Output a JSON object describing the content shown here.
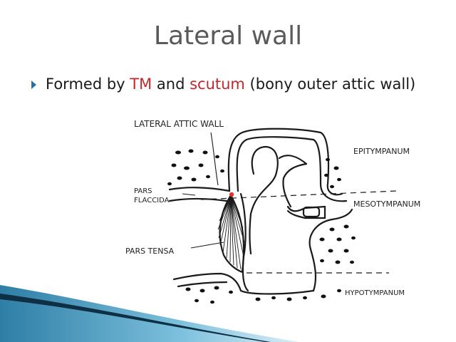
{
  "slide": {
    "title": "Lateral wall",
    "bullet": {
      "part1": "Formed by ",
      "tm": "TM",
      "part2": " and ",
      "scutum": "scutum",
      "part3": " (bony outer attic wall)"
    }
  },
  "diagram": {
    "labels": {
      "lateral_attic_wall": "LATERAL ATTIC WALL",
      "epitympanum": "EPITYMPANUM",
      "pars": "PARS",
      "flaccida": "FLACCIDA",
      "mesotympanum": "MESOTYMPANUM",
      "pars_tensa": "PARS TENSA",
      "hypotympanum": "HYPOTYMPANUM"
    }
  },
  "colors": {
    "title": "#5a5a5a",
    "highlight": "#c0282d",
    "bullet": "#2b6fa0",
    "accent_dark": "#1a4f6a",
    "accent_light": "#5aa6c8"
  }
}
